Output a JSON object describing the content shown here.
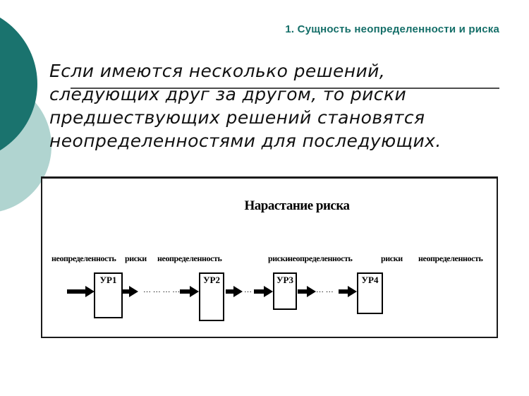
{
  "slide": {
    "heading": "1. Сущность неопределенности и риска",
    "body": {
      "lines": [
        "Если имеются несколько решений,",
        "следующих друг за другом, то риски",
        "предшествующих решений становятся",
        "неопределенностями для последующих."
      ]
    }
  },
  "diagram": {
    "title": "Нарастание риска",
    "sequence_labels": [
      "неопределенность",
      "риски",
      "неопределенность",
      "риски",
      "неопределенность",
      "риски",
      "неопределенность"
    ],
    "boxes": [
      "УР1",
      "УР2",
      "УР3",
      "УР4"
    ],
    "dots": [
      "… … … …",
      "…",
      "… …"
    ]
  },
  "colors": {
    "accent_dark_teal": "#1a736e",
    "accent_light_teal": "#b0d4d0",
    "heading_teal": "#146e68",
    "body_underline_gray": "#4d4d4d",
    "frame_border": "#1a1a1a"
  }
}
